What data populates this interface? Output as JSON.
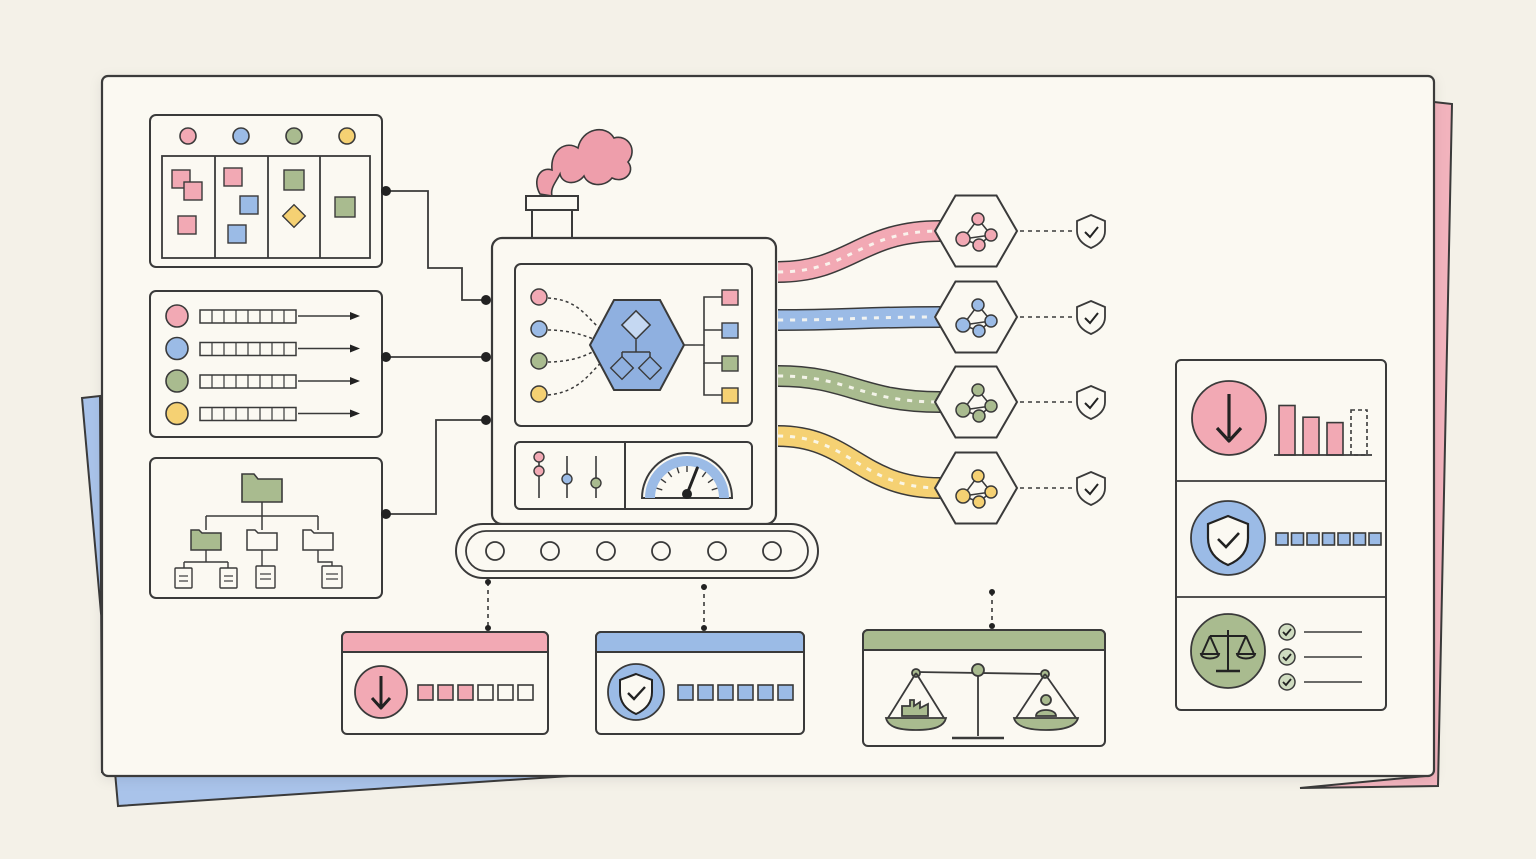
{
  "colors": {
    "background": "#f4f1e8",
    "card": "#fbf9f2",
    "ink": "#3a3a3a",
    "pink": "#f2a9b4",
    "pink_light": "#f6c9cf",
    "blue": "#9bbbe6",
    "blue_light": "#c5d8f2",
    "green": "#a9bb8f",
    "green_light": "#cfdcc0",
    "yellow": "#f5d173",
    "yellow_light": "#f9e5ad",
    "smoke": "#ee9eab"
  },
  "icons": {
    "input_board": "kanban-board-icon",
    "input_queues": "queue-list-icon",
    "input_tree": "folder-tree-icon",
    "machine": "factory-machine-icon",
    "router": "hexagon-router-icon",
    "controls": "slider-controls-icon",
    "gauge": "speedometer-gauge-icon",
    "conveyor": "conveyor-belt-icon",
    "network": "network-graph-icon",
    "shield": "shield-check-icon",
    "down_arrow": "down-arrow-icon",
    "bar_chart": "bar-chart-icon",
    "balance": "balance-scale-icon",
    "checklist": "checklist-icon"
  },
  "streams": [
    {
      "color": "pink",
      "icon": "network-graph-icon",
      "status": "shield-check-icon"
    },
    {
      "color": "blue",
      "icon": "network-graph-icon",
      "status": "shield-check-icon"
    },
    {
      "color": "green",
      "icon": "network-graph-icon",
      "status": "shield-check-icon"
    },
    {
      "color": "yellow",
      "icon": "network-graph-icon",
      "status": "shield-check-icon"
    }
  ],
  "gauge_level": 0.62,
  "output_cards": [
    {
      "accent": "pink",
      "icon": "down-arrow-icon",
      "squares_filled": 3,
      "squares_total": 6
    },
    {
      "accent": "blue",
      "icon": "shield-check-icon",
      "squares_filled": 6,
      "squares_total": 6
    },
    {
      "accent": "green",
      "icon": "balance-scale-icon"
    }
  ],
  "summary_panel": {
    "bars": [
      0.55,
      0.42,
      0.36,
      0.5
    ],
    "squares_total": 7,
    "checklist_items": 3
  }
}
